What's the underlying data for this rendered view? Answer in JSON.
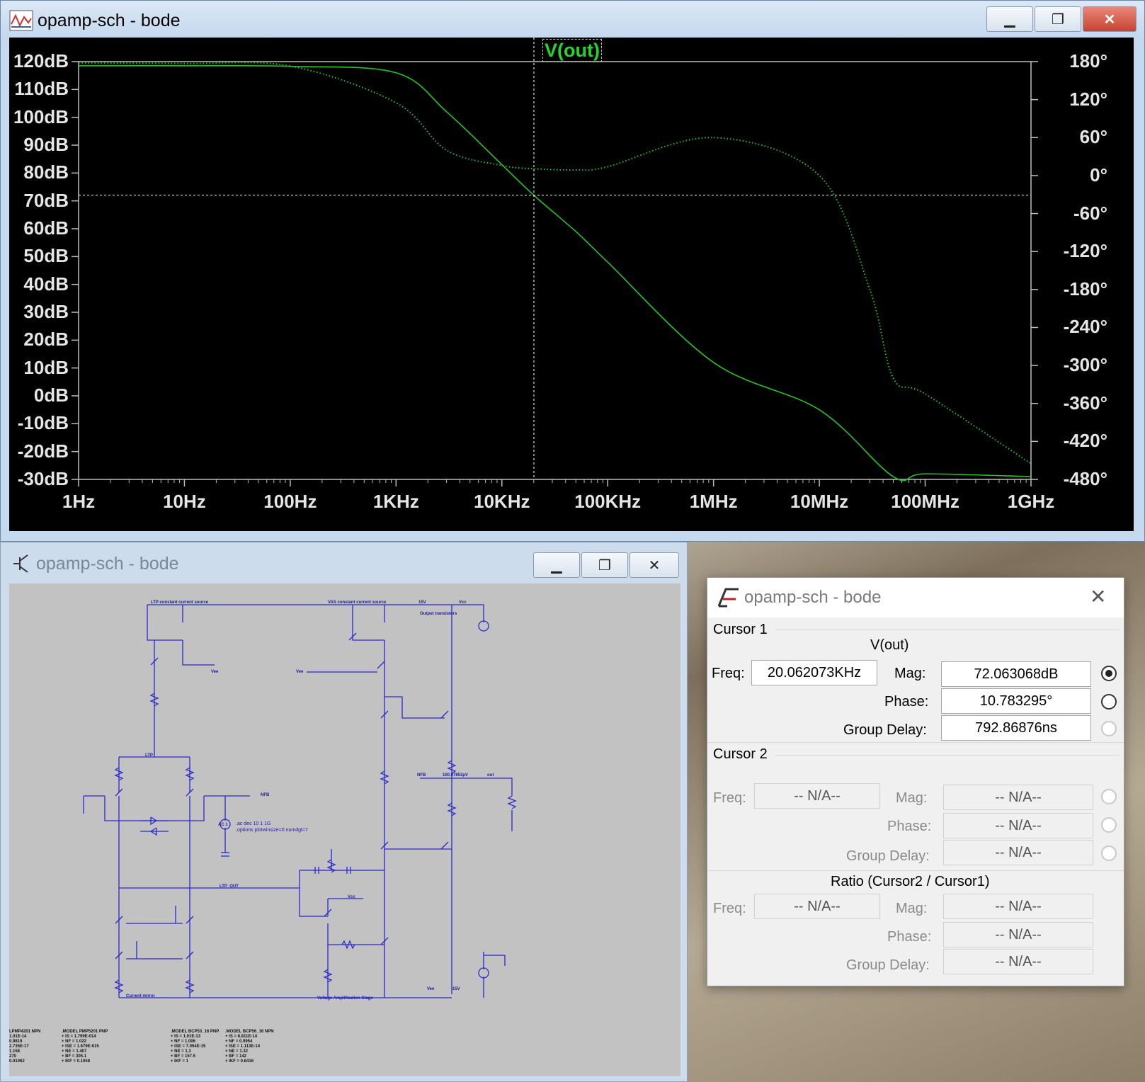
{
  "bode_window": {
    "title": "opamp-sch - bode",
    "trace_label": "V(out)",
    "left_axis": [
      "120dB",
      "110dB",
      "100dB",
      "90dB",
      "80dB",
      "70dB",
      "60dB",
      "50dB",
      "40dB",
      "30dB",
      "20dB",
      "10dB",
      "0dB",
      "-10dB",
      "-20dB",
      "-30dB"
    ],
    "right_axis": [
      "180°",
      "120°",
      "60°",
      "0°",
      "-60°",
      "-120°",
      "-180°",
      "-240°",
      "-300°",
      "-360°",
      "-420°",
      "-480°"
    ],
    "x_axis": [
      "1Hz",
      "10Hz",
      "100Hz",
      "1KHz",
      "10KHz",
      "100KHz",
      "1MHz",
      "10MHz",
      "100MHz",
      "1GHz"
    ],
    "trace_color": "#22c522",
    "cursor_color": "#dcdcdc"
  },
  "chart_data": {
    "type": "line",
    "title": "V(out)",
    "x_scale": "log",
    "xlim": [
      "1Hz",
      "1GHz"
    ],
    "ylim_left_db": [
      -30,
      120
    ],
    "ylim_right_deg": [
      -480,
      180
    ],
    "series": [
      {
        "name": "V(out)",
        "style": "solid",
        "axis": "magnitude_db",
        "x": [
          1,
          10,
          100,
          1000,
          3000,
          10000,
          20062,
          50000,
          100000,
          1000000,
          10000000,
          50000000,
          100000000,
          1000000000
        ],
        "values": [
          118.5,
          118.5,
          118.3,
          116,
          102,
          83,
          72,
          59,
          48,
          12,
          -5,
          -29,
          -28,
          -29
        ]
      },
      {
        "name": "V(out)",
        "style": "dotted",
        "axis": "phase_deg",
        "x": [
          1,
          10,
          100,
          1000,
          3000,
          10000,
          20062,
          50000,
          100000,
          1000000,
          10000000,
          30000000,
          50000000,
          100000000,
          1000000000
        ],
        "values": [
          178,
          177,
          173,
          115,
          40,
          16,
          10.8,
          9,
          14,
          60,
          0,
          -180,
          -320,
          -345,
          -455
        ]
      }
    ],
    "cursor": {
      "freq_hz": 20062.073,
      "mag_db": 72.063068
    }
  },
  "schematic_window": {
    "title": "opamp-sch - bode",
    "labels": {
      "ltp_src": "LTP constant current source",
      "vas_src": "VAS constant current source",
      "out_tr": "Output transistors",
      "cm": "Current mirror",
      "vas": "Voltage Amplification Stage",
      "ltp": "LTP",
      "ltp_out": "LTP_OUT",
      "p15": "15V",
      "m15": "-15V",
      "vcc": "Vcc",
      "vee": "Vee",
      "nfb": "NFB",
      "out": "out",
      "ac": "AC 1",
      "dir1": ".ac dec 10 1 1G",
      "dir2": ".options plotwinsize=0 numdgt=7",
      "out_v": "100.07853µV"
    },
    "models": [
      [
        "LPMP4201 NPN",
        "1.01E-14",
        "0.9819",
        "2.735E-17",
        "1.158",
        "270",
        "0.01062"
      ],
      [
        ".MODEL PMP5201 PNP",
        "+ IS = 1.799E-014",
        "+ NF = 1.022",
        "+ ISE = 1.679E-015",
        "+ NE = 1.407",
        "+ BF = 305.1",
        "+ IKF = 0.1058"
      ],
      [
        ".MODEL BCP53_16 PNP",
        "+ IS = 1.01E-13",
        "+ NF = 1.006",
        "+ ISE = 7.054E-15",
        "+ NE = 1.3",
        "+ BF = 157.5",
        "+ IKF = 1"
      ],
      [
        ".MODEL BCP56_16 NPN",
        "+ IS = 8.811E-14",
        "+ NF = 0.9954",
        "+ ISE = 1.113E-14",
        "+ NE = 1.32",
        "+ BF = 142",
        "+ IKF = 0.6416"
      ]
    ]
  },
  "cursor_dialog": {
    "title": "opamp-sch - bode",
    "cursor1": {
      "heading": "Cursor 1",
      "trace": "V(out)",
      "freq_label": "Freq:",
      "freq": "20.062073KHz",
      "mag_label": "Mag:",
      "mag": "72.063068dB",
      "phase_label": "Phase:",
      "phase": "10.783295°",
      "gd_label": "Group Delay:",
      "gd": "792.86876ns"
    },
    "cursor2": {
      "heading": "Cursor 2",
      "freq_label": "Freq:",
      "freq": "-- N/A--",
      "mag_label": "Mag:",
      "mag": "-- N/A--",
      "phase_label": "Phase:",
      "phase": "-- N/A--",
      "gd_label": "Group Delay:",
      "gd": "-- N/A--"
    },
    "ratio": {
      "heading": "Ratio (Cursor2 / Cursor1)",
      "freq_label": "Freq:",
      "freq": "-- N/A--",
      "mag_label": "Mag:",
      "mag": "-- N/A--",
      "phase_label": "Phase:",
      "phase": "-- N/A--",
      "gd_label": "Group Delay:",
      "gd": "-- N/A--"
    }
  }
}
